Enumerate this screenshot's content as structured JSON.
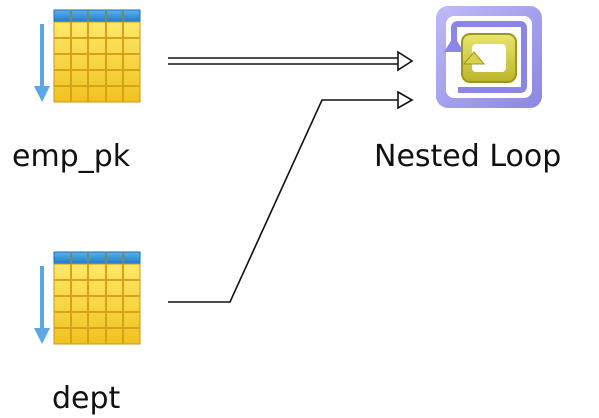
{
  "diagram": {
    "nodes": [
      {
        "id": "emp_pk",
        "label": "emp_pk",
        "icon": "table-scan-icon"
      },
      {
        "id": "dept",
        "label": "dept",
        "icon": "table-scan-icon"
      },
      {
        "id": "nested_loop",
        "label": "Nested Loop",
        "icon": "nested-loop-icon"
      }
    ],
    "edges": [
      {
        "from": "emp_pk",
        "to": "nested_loop",
        "style": "double-line-arrow"
      },
      {
        "from": "dept",
        "to": "nested_loop",
        "style": "single-line-arrow"
      }
    ],
    "colors": {
      "table_header": "#2f8fd8",
      "table_cells": "#f7d23a",
      "table_grid": "#d6a21a",
      "scan_arrow": "#5aa7e6",
      "loop_outer": "#8b86e6",
      "loop_inner": "#c9c43a",
      "edge": "#111111"
    }
  }
}
